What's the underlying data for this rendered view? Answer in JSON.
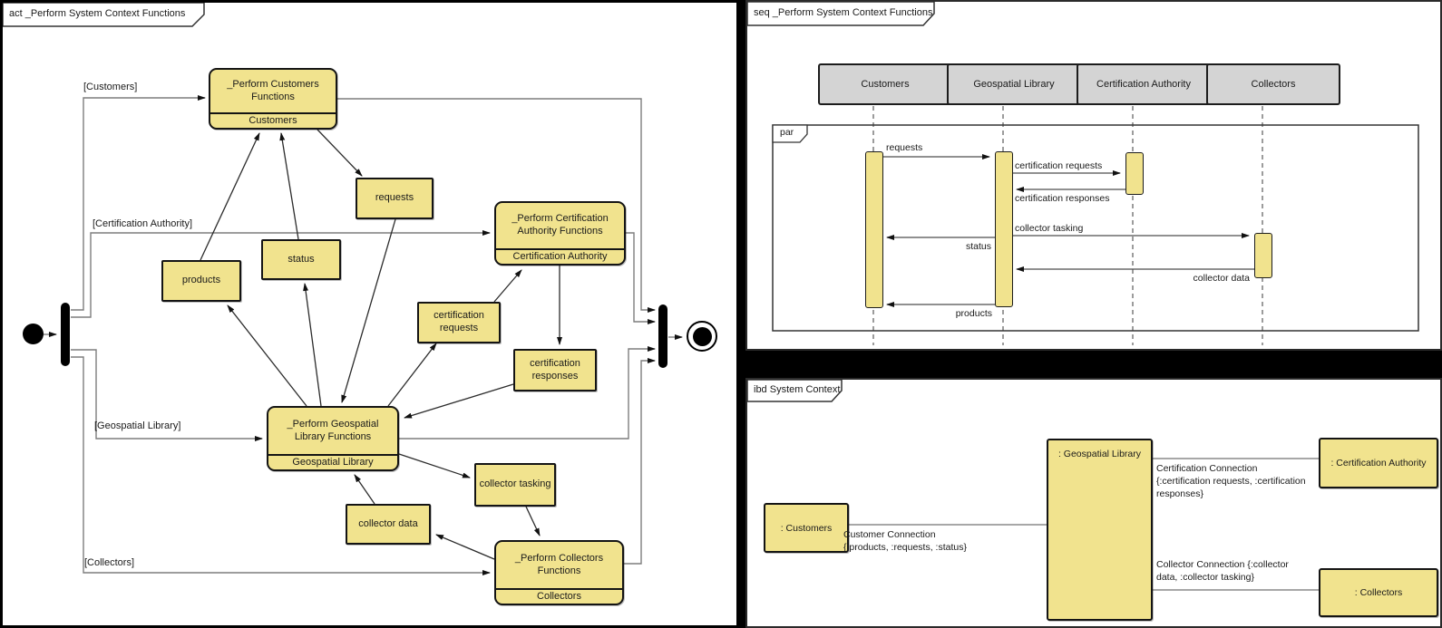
{
  "activity": {
    "tab": "act _Perform System Context Functions",
    "guards": {
      "customers": "[Customers]",
      "certification_authority": "[Certification Authority]",
      "geospatial_library": "[Geospatial Library]",
      "collectors": "[Collectors]"
    },
    "actions": {
      "customers": {
        "title": "_Perform Customers Functions",
        "partition": "Customers"
      },
      "certification_authority": {
        "title": "_Perform Certification Authority Functions",
        "partition": "Certification Authority"
      },
      "geospatial_library": {
        "title": "_Perform Geospatial Library Functions",
        "partition": "Geospatial Library"
      },
      "collectors": {
        "title": "_Perform Collectors Functions",
        "partition": "Collectors"
      }
    },
    "objects": {
      "requests": "requests",
      "status": "status",
      "products": "products",
      "certification_requests": "certification requests",
      "certification_responses": "certification responses",
      "collector_tasking": "collector tasking",
      "collector_data": "collector data"
    }
  },
  "sequence": {
    "tab": "seq _Perform System Context Functions",
    "fragment_label": "par",
    "lifelines": [
      "Customers",
      "Geospatial Library",
      "Certification Authority",
      "Collectors"
    ],
    "messages": {
      "requests": "requests",
      "certification_requests": "certification requests",
      "certification_responses": "certification responses",
      "collector_tasking": "collector tasking",
      "status": "status",
      "collector_data": "collector data",
      "products": "products"
    }
  },
  "ibd": {
    "tab": "ibd System Context",
    "blocks": {
      "customers": ": Customers",
      "geospatial_library": ": Geospatial Library",
      "certification_authority": ": Certification Authority",
      "collectors": ": Collectors"
    },
    "connectors": {
      "customer": {
        "lines": [
          "Customer Connection",
          "{:products, :requests, :status}"
        ]
      },
      "certification": {
        "lines": [
          "Certification Connection",
          "{:certification requests, :certification",
          "responses}"
        ]
      },
      "collector": {
        "lines": [
          "Collector Connection {:collector",
          "data, :collector tasking}"
        ]
      }
    }
  },
  "colors": {
    "node_fill": "#f1e38e",
    "header_fill": "#d4d4d4",
    "frame": "#2a2a2a",
    "background": "#000000"
  }
}
